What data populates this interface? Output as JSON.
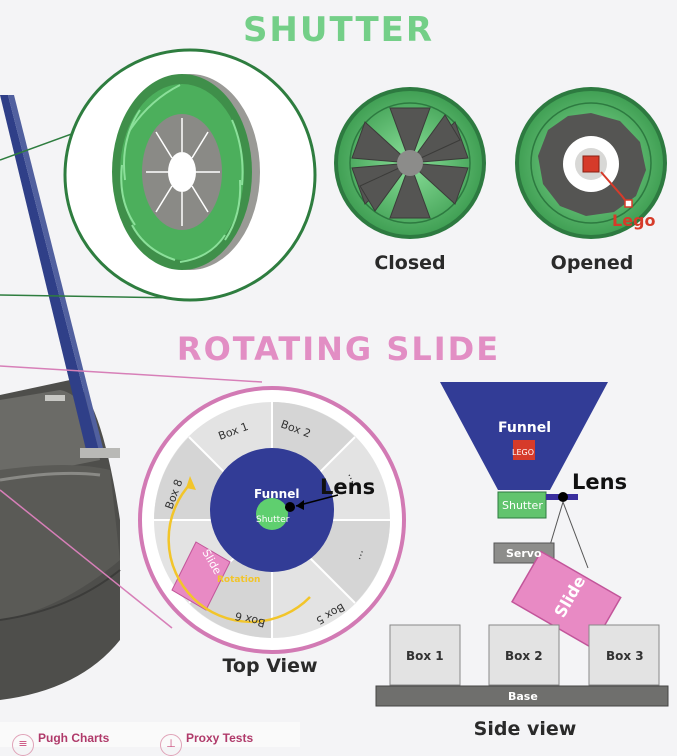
{
  "shutter": {
    "title": "SHUTTER",
    "closed_label": "Closed",
    "opened_label": "Opened",
    "lego_label": "Lego"
  },
  "rotating_slide": {
    "title": "ROTATING SLIDE",
    "top_view": {
      "caption": "Top View",
      "boxes": [
        "Box 1",
        "Box 2",
        "...",
        "...",
        "Box 5",
        "Box 6",
        "Slide",
        "Box 8"
      ],
      "funnel_label": "Funnel",
      "shutter_label": "Shutter",
      "lens_label": "Lens",
      "rotation_label": "Rotation"
    },
    "side_view": {
      "caption": "Side view",
      "funnel_label": "Funnel",
      "lego_label": "LEGO",
      "lens_label": "Lens",
      "shutter_label": "Shutter",
      "servo_label": "Servo",
      "slide_label": "Slide",
      "boxes": [
        "Box 1",
        "Box 2",
        "Box 3"
      ],
      "base_label": "Base"
    }
  },
  "nav": {
    "pugh_label": "Pugh Charts",
    "proxy_label": "Proxy Tests"
  },
  "colors": {
    "shutter_green": "#74cf88",
    "slide_pink": "#e28ec4",
    "funnel_blue": "#3a3f9e"
  }
}
